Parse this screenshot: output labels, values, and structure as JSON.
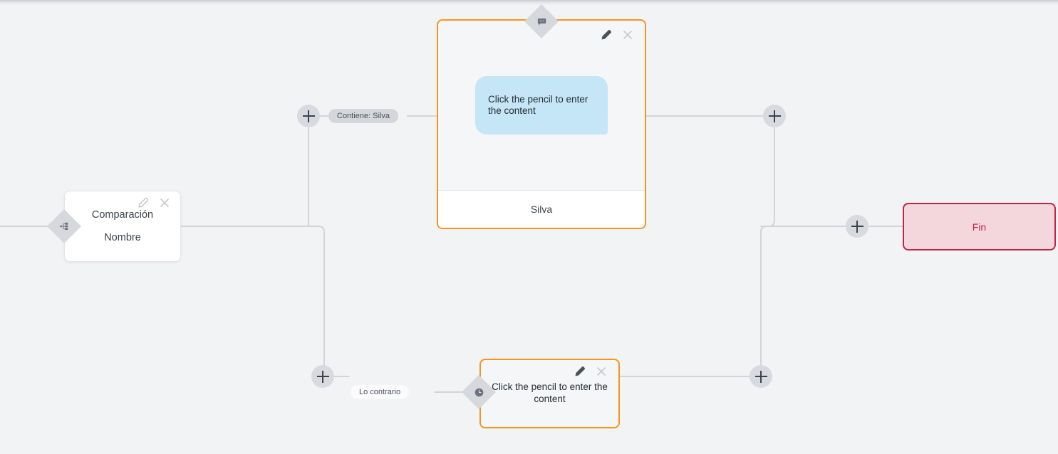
{
  "canvas": {
    "background_color": "#f2f3f5",
    "connector_color": "#d2d4d8"
  },
  "nodes": {
    "comparison": {
      "title": "Comparación",
      "subtitle": "Nombre",
      "edit_icon": "pencil-icon",
      "close_icon": "close-icon",
      "badge_icon": "hierarchy-icon"
    },
    "message_card": {
      "bubble_text": "Click the pencil to enter the content",
      "footer_label": "Silva",
      "edit_icon": "pencil-icon",
      "close_icon": "close-icon",
      "badge_icon": "chat-bubble-icon",
      "accent_color": "#f7941e",
      "bubble_color": "#c4e6f7"
    },
    "wait_card": {
      "text": "Click the pencil to enter the content",
      "edit_icon": "pencil-icon",
      "close_icon": "close-icon",
      "badge_icon": "clock-icon",
      "accent_color": "#f7941e"
    },
    "end": {
      "label": "Fin",
      "border_color": "#c2234a",
      "fill_color": "#f4d7dc"
    }
  },
  "edge_labels": {
    "branch_true": "Contiene: Silva",
    "branch_false": "Lo contrario"
  },
  "add_buttons": [
    {
      "name": "add-node-top-left",
      "icon": "plus-icon"
    },
    {
      "name": "add-node-bottom-left",
      "icon": "plus-icon"
    },
    {
      "name": "add-node-top-right",
      "icon": "plus-icon"
    },
    {
      "name": "add-node-bottom-right",
      "icon": "plus-icon"
    },
    {
      "name": "add-node-before-end",
      "icon": "plus-icon"
    }
  ]
}
